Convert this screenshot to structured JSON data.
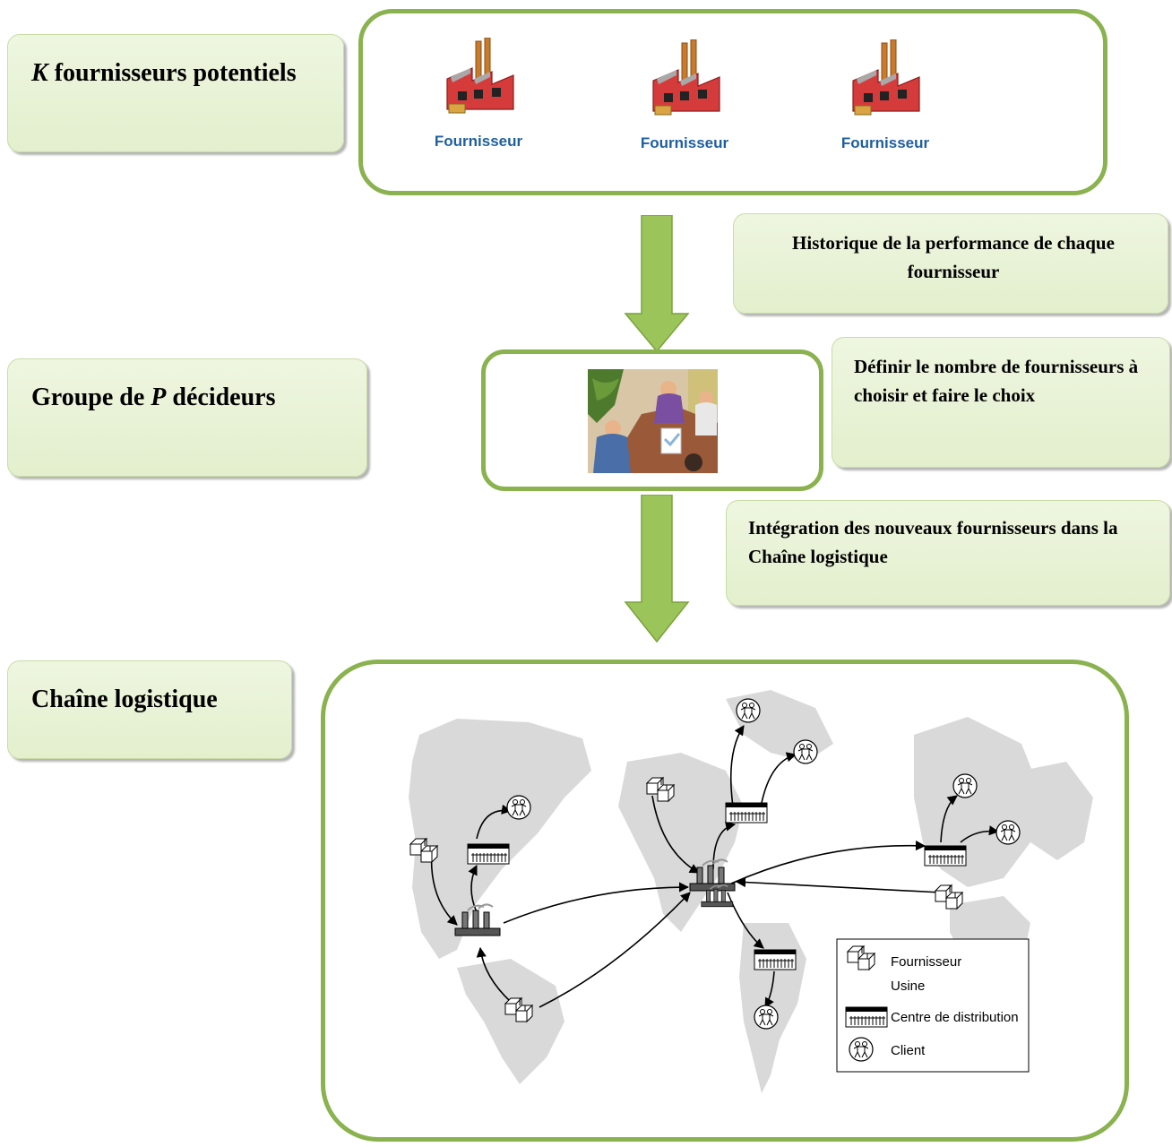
{
  "left_labels": {
    "suppliers": {
      "k": "K",
      "text": " fournisseurs potentiels"
    },
    "deciders": {
      "prefix": "Groupe de ",
      "p": "P",
      "suffix": " décideurs"
    },
    "chain": {
      "text": "Chaîne logistique"
    }
  },
  "supplier_panel": {
    "items": [
      {
        "label": "Fournisseur"
      },
      {
        "label": "Fournisseur"
      },
      {
        "label": "Fournisseur"
      }
    ]
  },
  "notes": {
    "history": "Historique de la  performance de chaque fournisseur",
    "define": "Définir le nombre de fournisseurs à choisir et faire le choix",
    "integration": "Intégration des nouveaux fournisseurs dans la Chaîne logistique"
  },
  "legend": {
    "supplier": "Fournisseur",
    "plant": "Usine",
    "dc": "Centre de distribution",
    "client": "Client"
  },
  "colors": {
    "frame_green": "#8ab24f",
    "arrow_green": "#9bc45a",
    "label_fill": "#e8f2d6",
    "supplier_text": "#1f5f9f",
    "map_gray": "#d9d9d9"
  }
}
